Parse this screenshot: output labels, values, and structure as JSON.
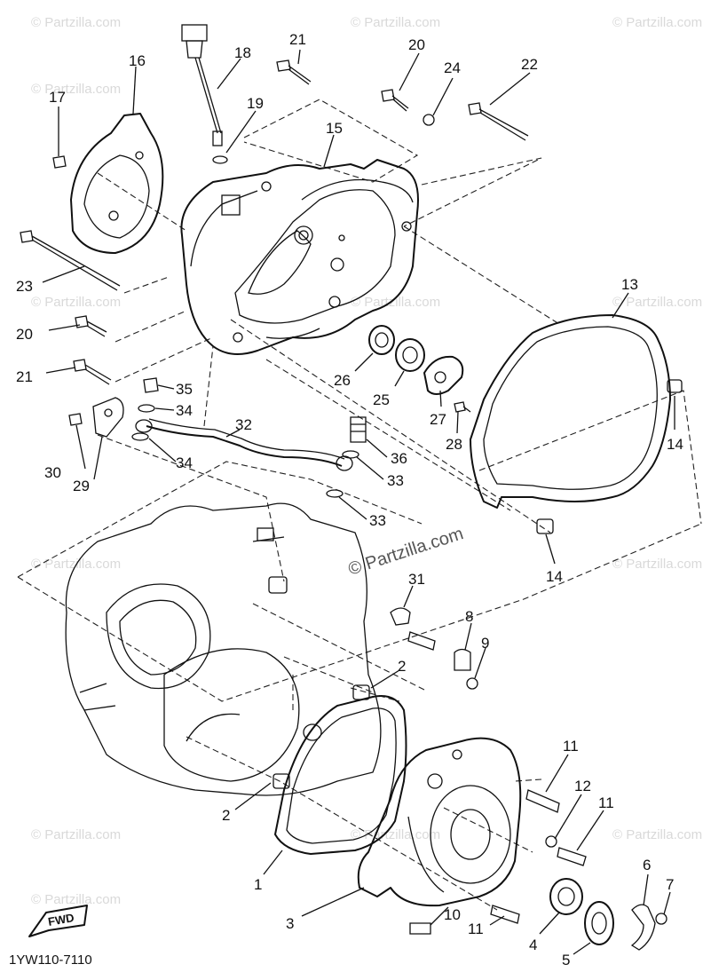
{
  "diagram_code": "1YW110-7110",
  "fwd_label": "FWD",
  "watermark_text": "© Partzilla.com",
  "callouts": {
    "p1": "1",
    "p2a": "2",
    "p2b": "2",
    "p3": "3",
    "p4": "4",
    "p5": "5",
    "p6": "6",
    "p7": "7",
    "p8": "8",
    "p9": "9",
    "p10": "10",
    "p11a": "11",
    "p11b": "11",
    "p11c": "11",
    "p12": "12",
    "p13": "13",
    "p14a": "14",
    "p14b": "14",
    "p15": "15",
    "p16": "16",
    "p17": "17",
    "p18": "18",
    "p19": "19",
    "p20a": "20",
    "p20b": "20",
    "p21a": "21",
    "p21b": "21",
    "p22": "22",
    "p23": "23",
    "p24": "24",
    "p25": "25",
    "p26": "26",
    "p27": "27",
    "p28": "28",
    "p29": "29",
    "p30": "30",
    "p31": "31",
    "p32": "32",
    "p33a": "33",
    "p33b": "33",
    "p34a": "34",
    "p34b": "34",
    "p35": "35",
    "p36": "36"
  },
  "colors": {
    "ink": "#111111",
    "watermark": "#d9d9d9",
    "paper": "#ffffff"
  }
}
